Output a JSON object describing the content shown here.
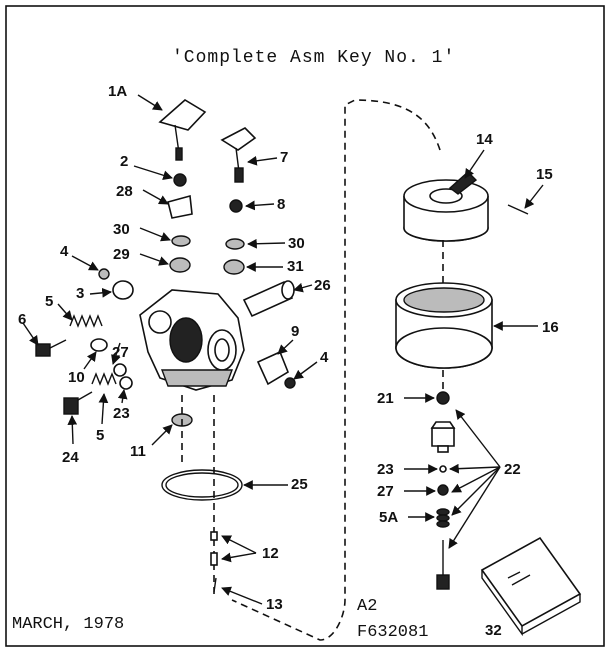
{
  "title": "'Complete Asm Key No. 1'",
  "date": "MARCH, 1978",
  "code_a": "A2",
  "code_b": "F632081",
  "callouts": {
    "k1a": "1A",
    "k2": "2",
    "k7": "7",
    "k28": "28",
    "k8": "8",
    "k30a": "30",
    "k30b": "30",
    "k29": "29",
    "k31": "31",
    "k4a": "4",
    "k4b": "4",
    "k3": "3",
    "k26": "26",
    "k5a": "5",
    "k5b": "5",
    "k6": "6",
    "k27a": "27",
    "k27b": "27",
    "k9": "9",
    "k10": "10",
    "k23a": "23",
    "k23b": "23",
    "k24": "24",
    "k11": "11",
    "k25": "25",
    "k12": "12",
    "k13": "13",
    "k14": "14",
    "k15": "15",
    "k16": "16",
    "k21": "21",
    "k22": "22",
    "k5A": "5A",
    "k32": "32"
  }
}
